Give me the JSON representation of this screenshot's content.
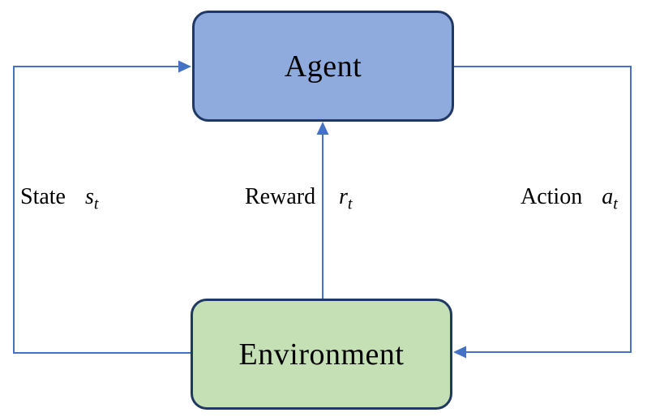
{
  "diagram": {
    "type": "flow-loop",
    "arrow_color": "#4472C4",
    "border_color": "#1F3864",
    "text_color": "#000000",
    "background": "#FFFFFF",
    "nodes": [
      {
        "id": "agent",
        "label": "Agent",
        "fill": "#8FAADC"
      },
      {
        "id": "environment",
        "label": "Environment",
        "fill": "#C5E0B4"
      }
    ],
    "edges": [
      {
        "id": "state",
        "label": "State",
        "symbol": "s",
        "subscript": "t",
        "from": "environment",
        "to": "agent"
      },
      {
        "id": "reward",
        "label": "Reward",
        "symbol": "r",
        "subscript": "t",
        "from": "environment",
        "to": "agent"
      },
      {
        "id": "action",
        "label": "Action",
        "symbol": "a",
        "subscript": "t",
        "from": "agent",
        "to": "environment"
      }
    ]
  }
}
